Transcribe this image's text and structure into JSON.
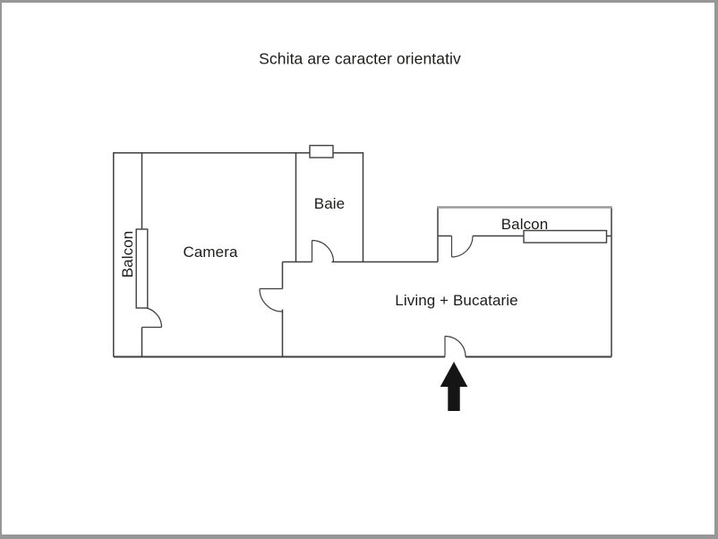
{
  "title": "Schita are caracter orientativ",
  "rooms": {
    "camera": "Camera",
    "baie": "Baie",
    "balcon_left": "Balcon",
    "balcon_right": "Balcon",
    "living": "Living + Bucatarie"
  },
  "icons": {
    "entrance_arrow": "filled-up-arrow"
  },
  "colors": {
    "wall": "#3f3f3f",
    "balcony_top_wall": "#9a9a9a",
    "text": "#1d1d1b",
    "arrow": "#151515",
    "frame_border": "#979797",
    "background": "#ffffff"
  }
}
